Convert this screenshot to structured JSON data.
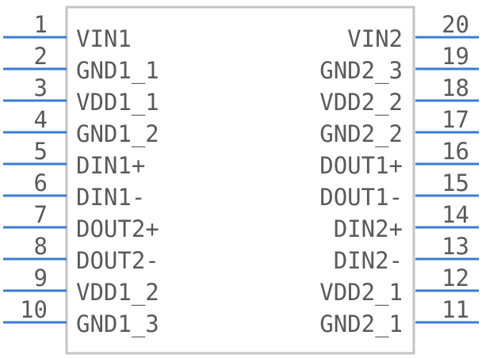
{
  "colors": {
    "pin": "#3b7bd4",
    "body_stroke": "#c4c4c4",
    "text": "#5a5a5a"
  },
  "left_pins": [
    {
      "number": "1",
      "name": "VIN1"
    },
    {
      "number": "2",
      "name": "GND1_1"
    },
    {
      "number": "3",
      "name": "VDD1_1"
    },
    {
      "number": "4",
      "name": "GND1_2"
    },
    {
      "number": "5",
      "name": "DIN1+"
    },
    {
      "number": "6",
      "name": "DIN1-"
    },
    {
      "number": "7",
      "name": "DOUT2+"
    },
    {
      "number": "8",
      "name": "DOUT2-"
    },
    {
      "number": "9",
      "name": "VDD1_2"
    },
    {
      "number": "10",
      "name": "GND1_3"
    }
  ],
  "right_pins": [
    {
      "number": "20",
      "name": "VIN2"
    },
    {
      "number": "19",
      "name": "GND2_3"
    },
    {
      "number": "18",
      "name": "VDD2_2"
    },
    {
      "number": "17",
      "name": "GND2_2"
    },
    {
      "number": "16",
      "name": "DOUT1+"
    },
    {
      "number": "15",
      "name": "DOUT1-"
    },
    {
      "number": "14",
      "name": "DIN2+"
    },
    {
      "number": "13",
      "name": "DIN2-"
    },
    {
      "number": "12",
      "name": "VDD2_1"
    },
    {
      "number": "11",
      "name": "GND2_1"
    }
  ]
}
